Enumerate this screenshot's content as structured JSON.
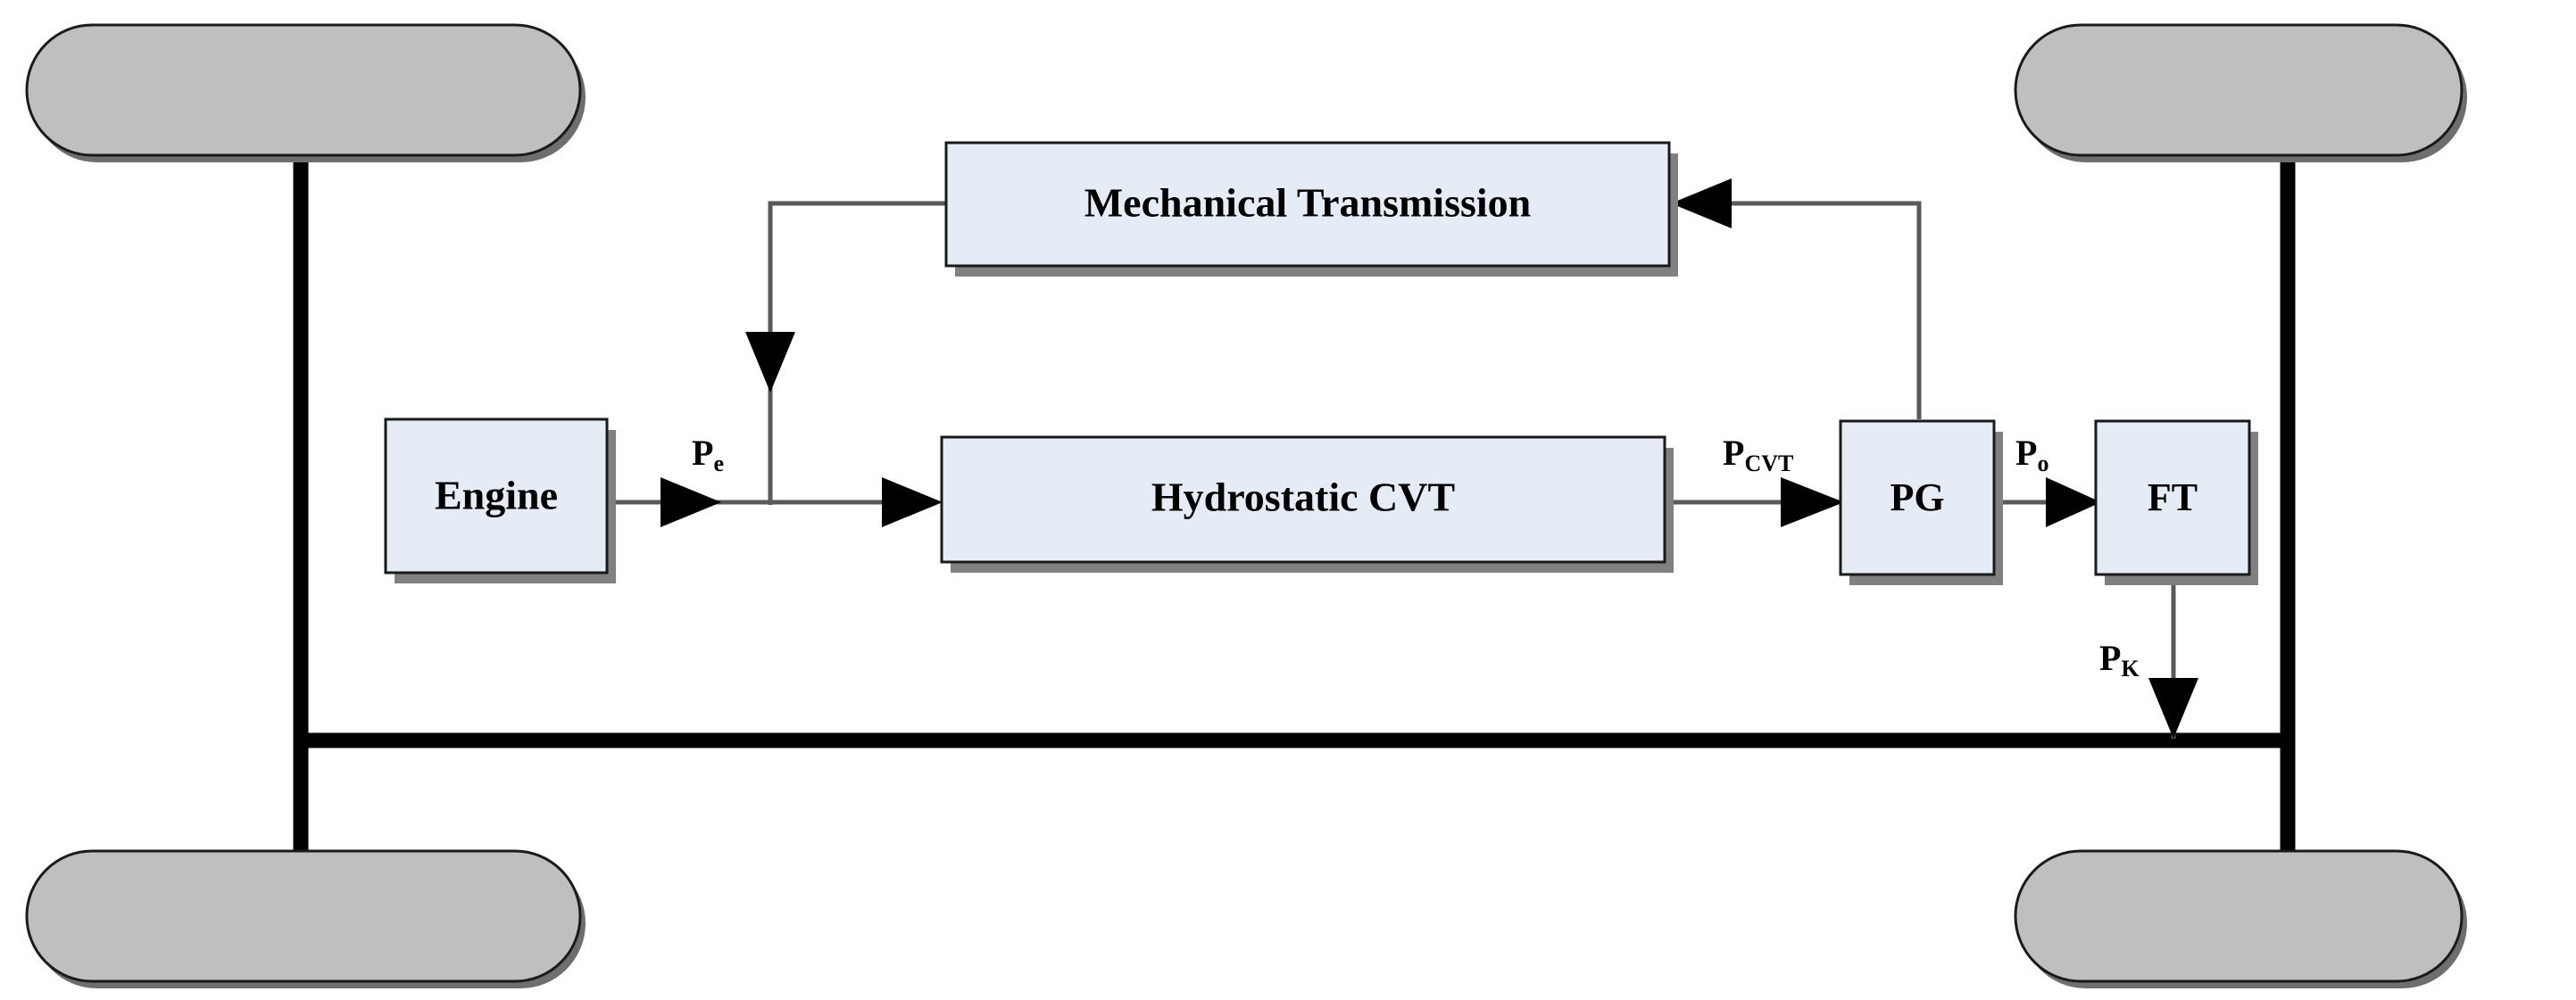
{
  "diagram": {
    "title": "Hydrostatic CVT powertrain power flow diagram",
    "colors": {
      "box_fill": "#e6ecf6",
      "box_border": "#1a1a1a",
      "box_shadow": "#808080",
      "wheel_fill": "#bfbfbf",
      "wheel_border": "#1a1a1a",
      "axle": "#000000",
      "flow_line": "#595959",
      "background": "#ffffff"
    },
    "blocks": [
      {
        "id": "engine",
        "label": "Engine"
      },
      {
        "id": "mechanical-transmission",
        "label": "Mechanical Transmission"
      },
      {
        "id": "hydrostatic-cvt",
        "label": "Hydrostatic CVT"
      },
      {
        "id": "pg",
        "label": "PG"
      },
      {
        "id": "ft",
        "label": "FT"
      }
    ],
    "power_labels": [
      {
        "id": "pe",
        "base": "P",
        "sub": "e",
        "full": "Pe"
      },
      {
        "id": "pcvt",
        "base": "P",
        "sub": "CVT",
        "full": "PCVT"
      },
      {
        "id": "po",
        "base": "P",
        "sub": "o",
        "full": "Po"
      },
      {
        "id": "pk",
        "base": "P",
        "sub": "K",
        "full": "PK"
      }
    ],
    "wheels": [
      {
        "id": "wheel-front-left",
        "position": "top-left"
      },
      {
        "id": "wheel-front-right",
        "position": "top-right"
      },
      {
        "id": "wheel-rear-left",
        "position": "bottom-left"
      },
      {
        "id": "wheel-rear-right",
        "position": "bottom-right"
      }
    ],
    "connections": [
      {
        "id": "engine-to-split",
        "from": "engine",
        "to": "hydrostatic-cvt",
        "label": "Pe"
      },
      {
        "id": "split-to-mechanical",
        "from": "mechanical-transmission",
        "to": "engine-split",
        "label": ""
      },
      {
        "id": "cvt-to-pg",
        "from": "hydrostatic-cvt",
        "to": "pg",
        "label": "PCVT"
      },
      {
        "id": "pg-to-mechanical",
        "from": "pg",
        "to": "mechanical-transmission",
        "label": ""
      },
      {
        "id": "pg-to-ft",
        "from": "pg",
        "to": "ft",
        "label": "Po"
      },
      {
        "id": "ft-to-axle",
        "from": "ft",
        "to": "rear-axle",
        "label": "PK"
      }
    ]
  }
}
